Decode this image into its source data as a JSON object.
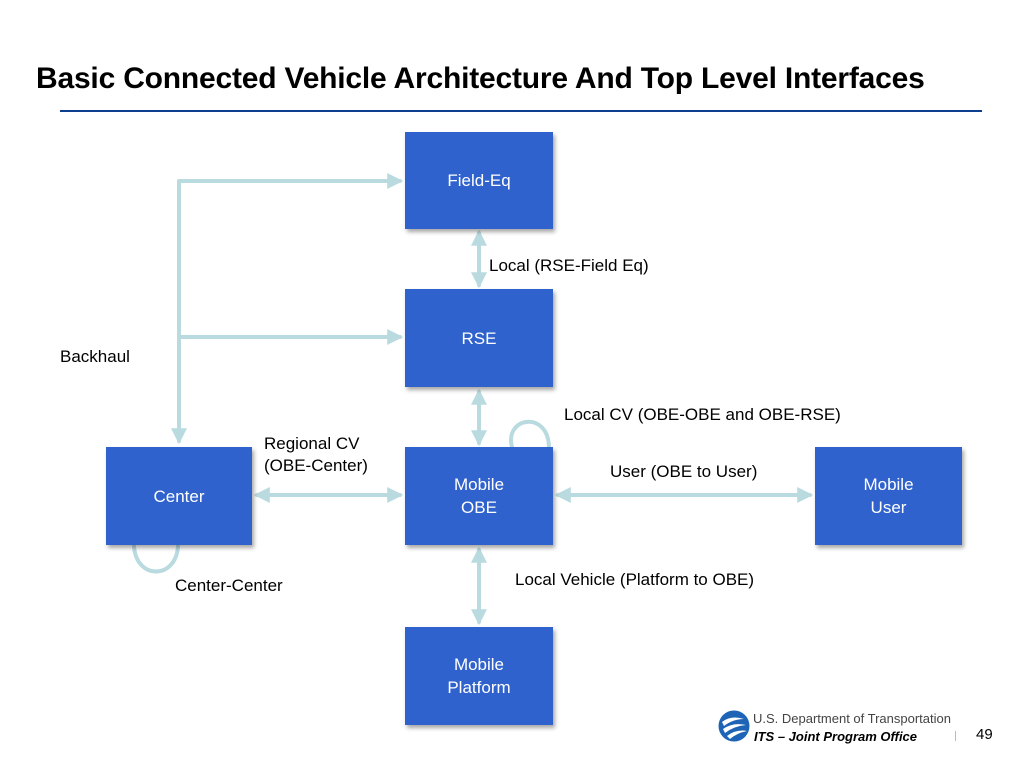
{
  "slide": {
    "title": "Basic Connected Vehicle Architecture And Top Level Interfaces",
    "page_number": "49"
  },
  "footer": {
    "department": "U.S. Department of Transportation",
    "office": "ITS – Joint Program Office"
  },
  "nodes": {
    "field_eq": "Field-Eq",
    "rse": "RSE",
    "center": "Center",
    "mobile_obe": "Mobile\nOBE",
    "mobile_user": "Mobile\nUser",
    "mobile_platform": "Mobile\nPlatform"
  },
  "interfaces": {
    "local_rse_field": "Local (RSE-Field Eq)",
    "backhaul": "Backhaul",
    "local_cv": "Local CV (OBE-OBE and OBE-RSE)",
    "regional_cv": "Regional CV\n(OBE-Center)",
    "user": "User (OBE to User)",
    "center_center": "Center-Center",
    "local_vehicle": "Local Vehicle (Platform to OBE)"
  },
  "colors": {
    "node_fill": "#2f62cc",
    "connector": "#b9dbe0",
    "title_rule": "#0e3f8f"
  }
}
